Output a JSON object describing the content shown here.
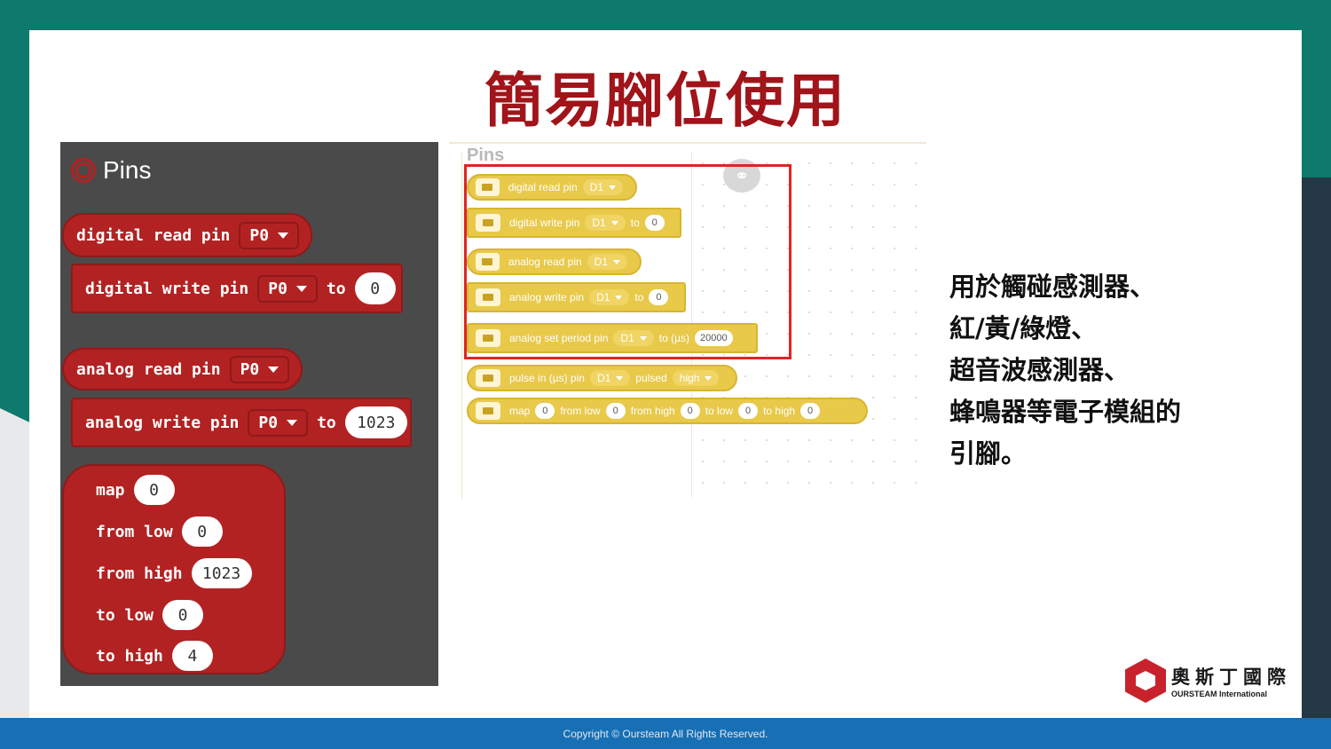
{
  "slide": {
    "title": "簡易腳位使用",
    "footer": "Copyright © Oursteam All Rights Reserved."
  },
  "left_panel": {
    "category_title": "Pins",
    "blocks": {
      "digital_read": {
        "label": "digital read pin",
        "pin": "P0"
      },
      "digital_write": {
        "label": "digital write pin",
        "pin": "P0",
        "to": "to",
        "value": "0"
      },
      "analog_read": {
        "label": "analog read pin",
        "pin": "P0"
      },
      "analog_write": {
        "label": "analog write pin",
        "pin": "P0",
        "to": "to",
        "value": "1023"
      },
      "map": {
        "map_label": "map",
        "map_value": "0",
        "from_low_label": "from low",
        "from_low_value": "0",
        "from_high_label": "from high",
        "from_high_value": "1023",
        "to_low_label": "to low",
        "to_low_value": "0",
        "to_high_label": "to high",
        "to_high_value": "4"
      }
    }
  },
  "middle_panel": {
    "category_title": "Pins",
    "blocks": {
      "digital_read": {
        "label": "digital read pin",
        "pin": "D1"
      },
      "digital_write": {
        "label": "digital write pin",
        "pin": "D1",
        "to": "to",
        "value": "0"
      },
      "analog_read": {
        "label": "analog read pin",
        "pin": "D1"
      },
      "analog_write": {
        "label": "analog write pin",
        "pin": "D1",
        "to": "to",
        "value": "0"
      },
      "analog_period": {
        "label": "analog set period pin",
        "pin": "D1",
        "to": "to (µs)",
        "value": "20000"
      },
      "pulse_in": {
        "label": "pulse in (µs) pin",
        "pin": "D1",
        "pulsed": "pulsed",
        "level": "high"
      },
      "map": {
        "map_label": "map",
        "map_value": "0",
        "from_low_label": "from low",
        "from_low_value": "0",
        "from_high_label": "from high",
        "from_high_value": "0",
        "to_low_label": "to low",
        "to_low_value": "0",
        "to_high_label": "to high",
        "to_high_value": "0"
      }
    }
  },
  "description": {
    "line1": "用於觸碰感測器、",
    "line2": "紅/黃/綠燈、",
    "line3": "超音波感測器、",
    "line4": "蜂鳴器等電子模組的",
    "line5": "引腳。"
  },
  "logo": {
    "name_cn": "奧斯丁國際",
    "name_en": "OURSTEAM International"
  },
  "colors": {
    "title_red": "#a0141a",
    "block_red": "#b22222",
    "block_yellow": "#e8c94a",
    "highlight_frame": "#e02424",
    "footer_blue": "#176fb4",
    "teal_bg": "#0d7a6d"
  }
}
